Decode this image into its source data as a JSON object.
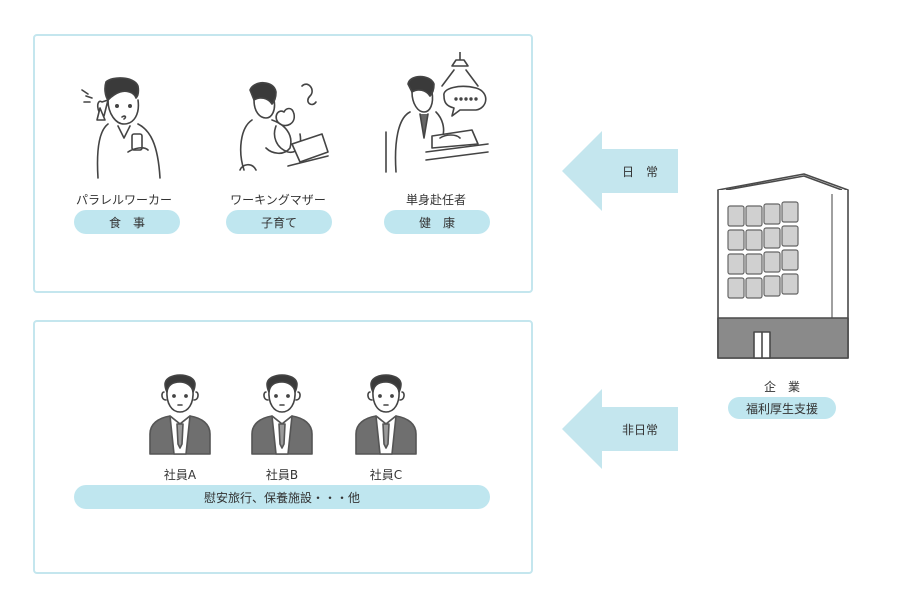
{
  "daily_panel": {
    "people": [
      {
        "caption": "パラレルワーカー",
        "tag": "食　事",
        "icon": "parallel-worker-phone-icon"
      },
      {
        "caption": "ワーキングマザー",
        "tag": "子育て",
        "icon": "working-mother-baby-icon"
      },
      {
        "caption": "単身赴任者",
        "tag": "健　康",
        "icon": "single-transferee-meal-icon"
      }
    ]
  },
  "nondaily_panel": {
    "employees": [
      {
        "caption": "社員A",
        "icon": "employee-icon"
      },
      {
        "caption": "社員B",
        "icon": "employee-icon"
      },
      {
        "caption": "社員C",
        "icon": "employee-icon"
      }
    ],
    "banner": "慰安旅行、保養施設・・・他"
  },
  "arrows": {
    "daily": "日　常",
    "nondaily": "非日常"
  },
  "company": {
    "label": "企　業",
    "tag": "福利厚生支援",
    "icon": "office-building-icon"
  },
  "colors": {
    "accent": "#bfe6ef",
    "panel_border": "#c4e6ee",
    "building": "#d0d0d0",
    "suit": "#6f6f6f"
  }
}
